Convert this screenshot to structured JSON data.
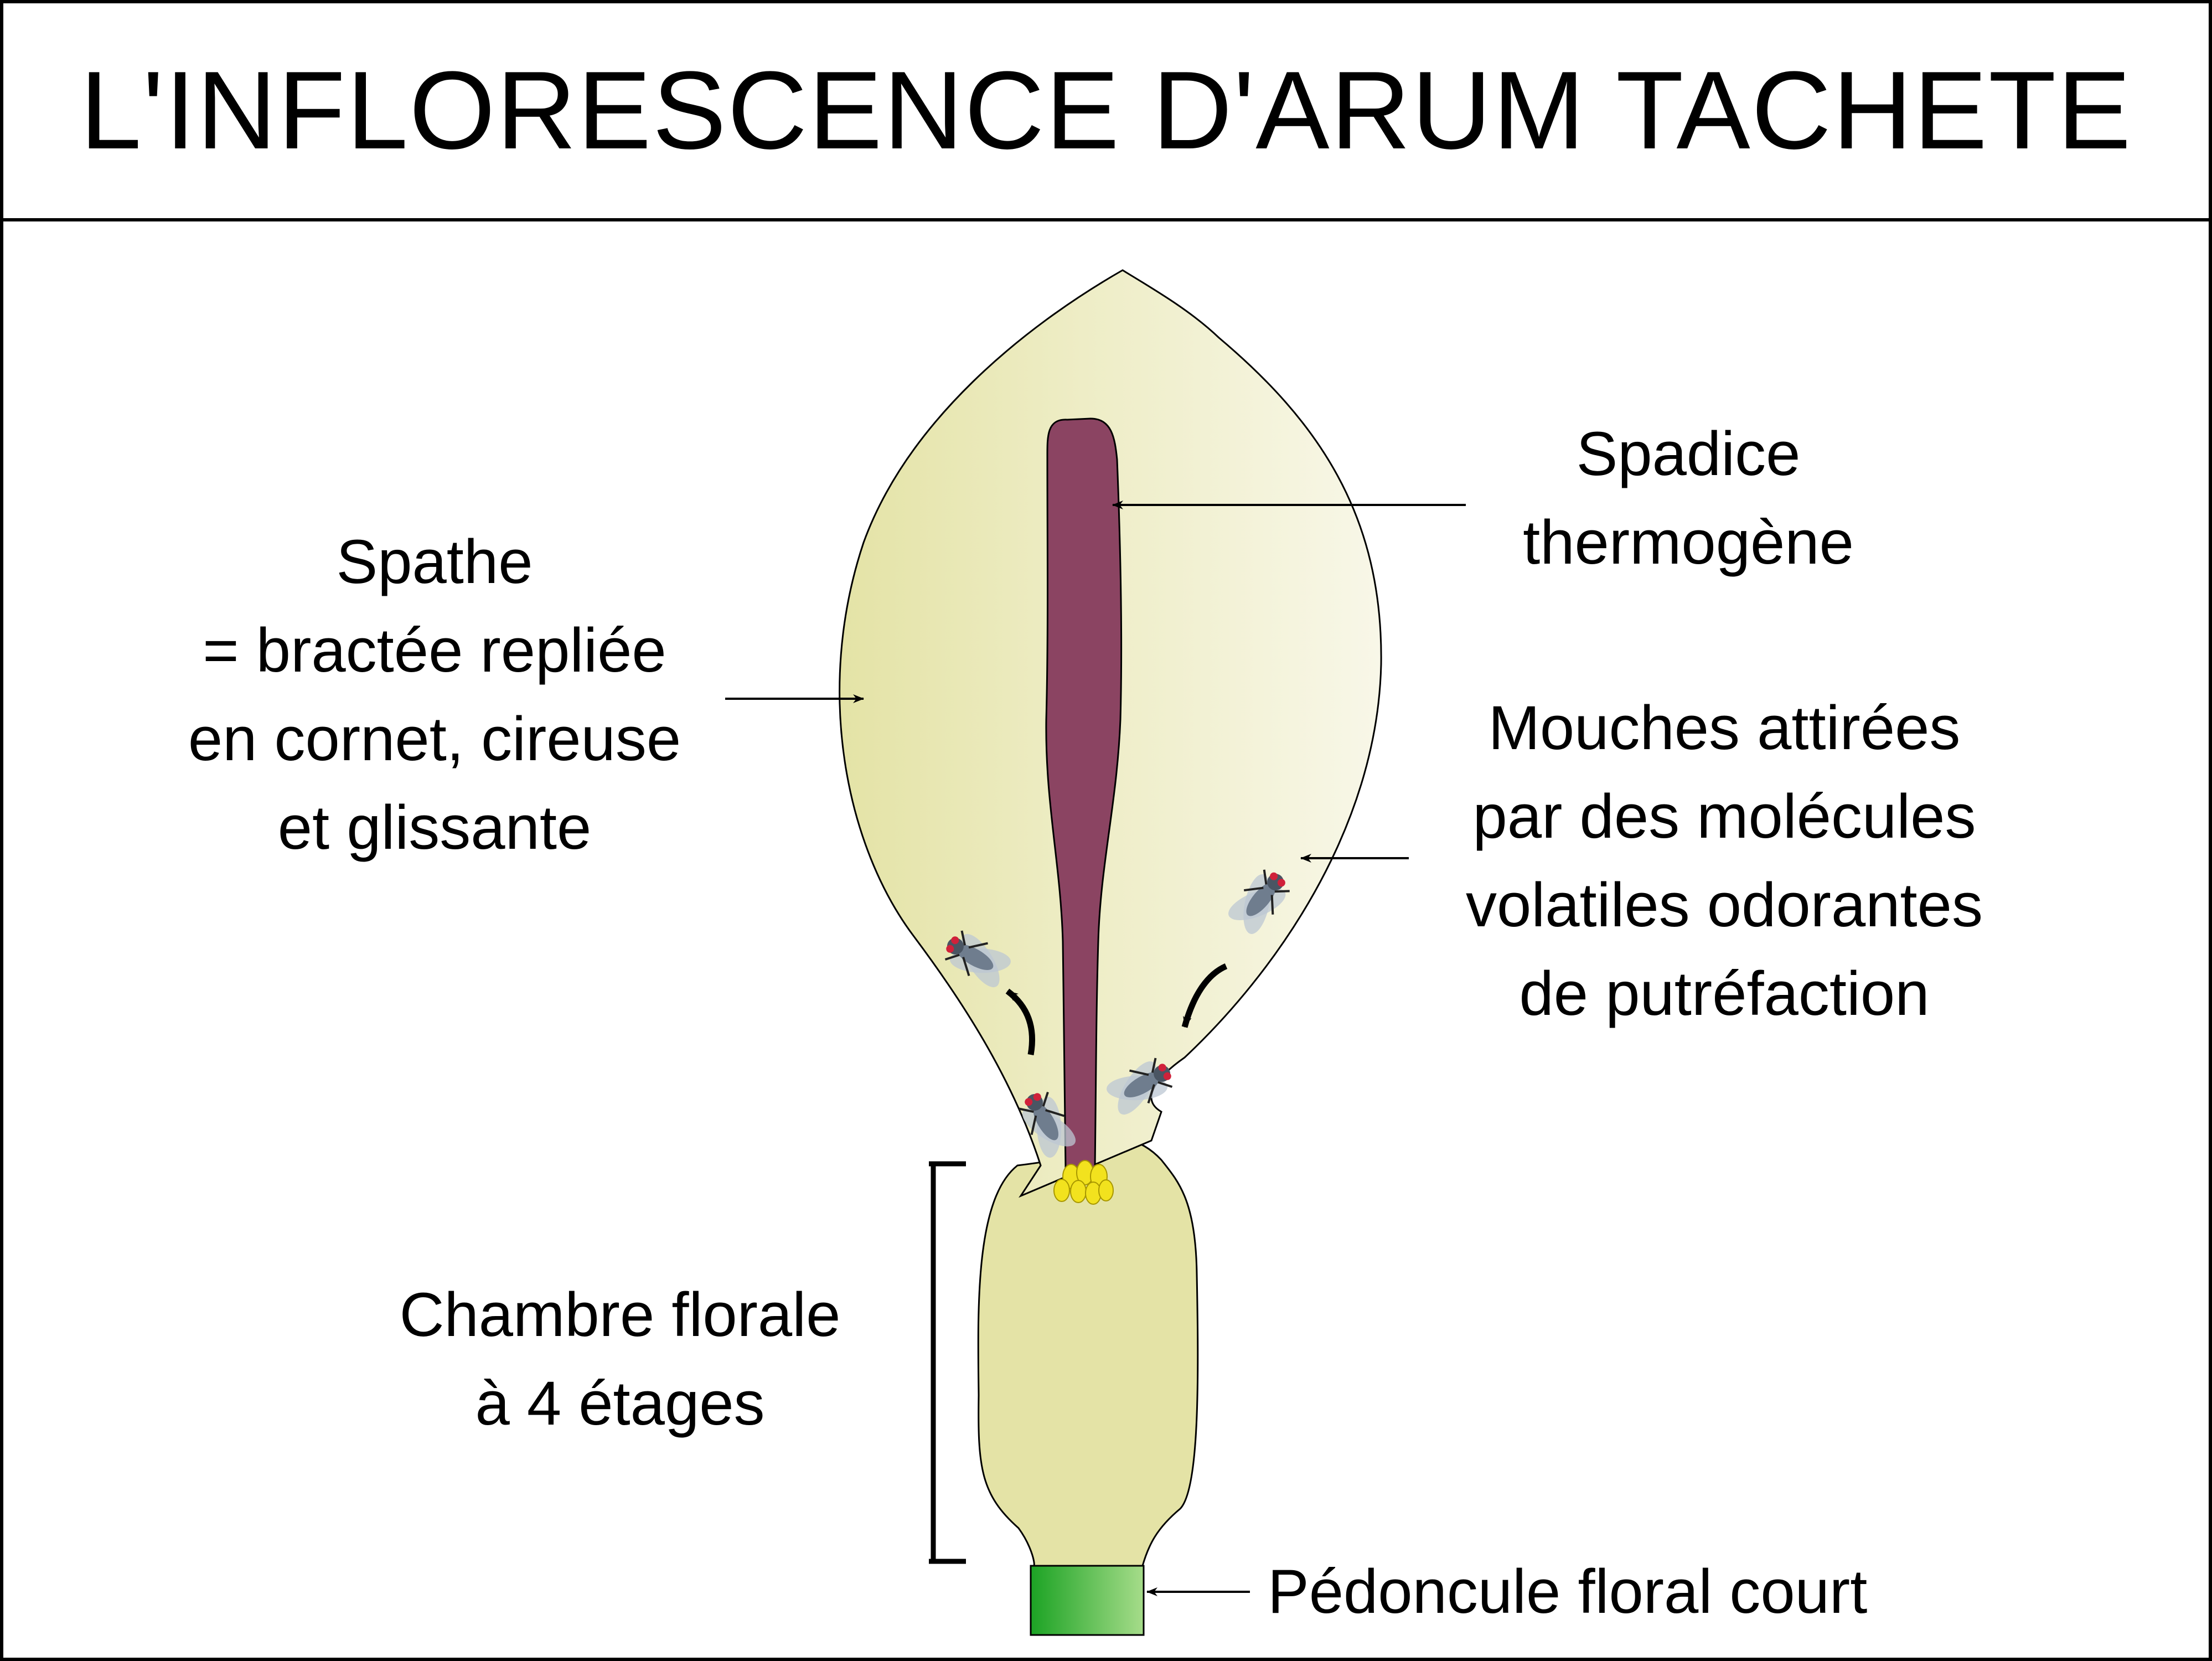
{
  "title": "L'INFLORESCENCE D'ARUM TACHETE",
  "labels": {
    "spathe": [
      "Spathe",
      "= bractée repliée",
      "en cornet, cireuse",
      "et glissante"
    ],
    "spadice": [
      "Spadice",
      "thermogène"
    ],
    "mouches": [
      "Mouches attirées",
      "par des molécules",
      "volatiles odorantes",
      "de putréfaction"
    ],
    "chambre": [
      "Chambre florale",
      "à 4 étages"
    ],
    "pedoncule": [
      "Pédoncule floral court"
    ]
  },
  "colors": {
    "spathe_light": "#f8f7e8",
    "spathe_dark": "#e4e3a6",
    "spadix": "#8b4462",
    "flowers": "#f2e21e",
    "peduncle_dark": "#1ca324",
    "peduncle_light": "#a6dc8a",
    "fly_body": "#6f7d8e",
    "fly_eye": "#d0213a"
  }
}
